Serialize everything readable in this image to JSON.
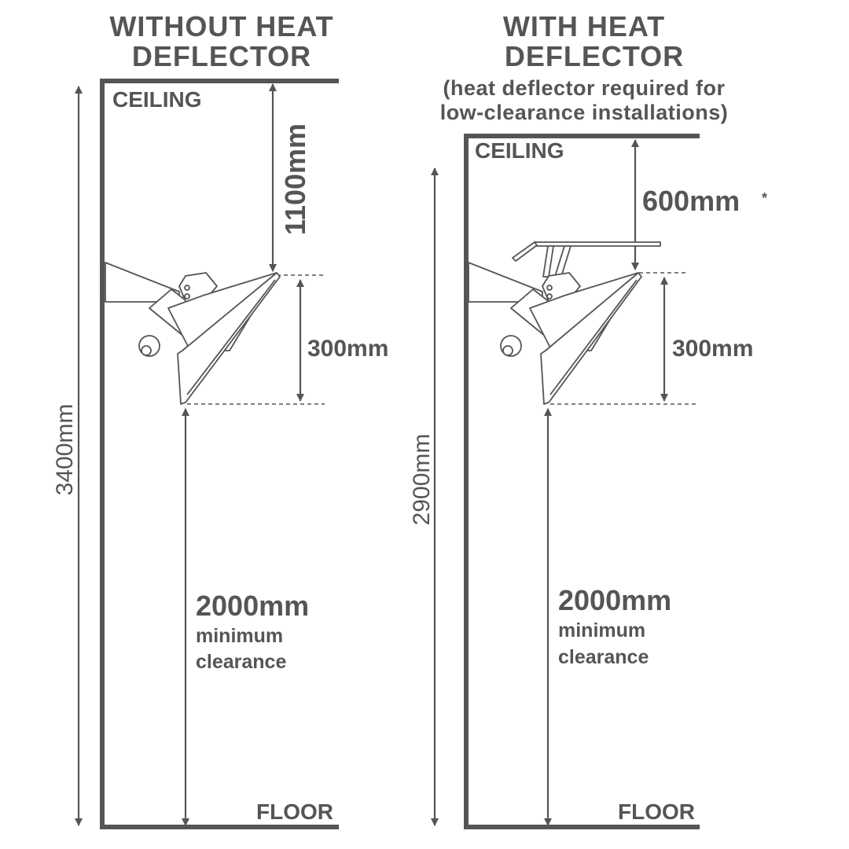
{
  "left": {
    "title_line1": "WITHOUT HEAT",
    "title_line2": "DEFLECTOR",
    "ceiling": "CEILING",
    "floor": "FLOOR",
    "dim_total": "3400mm",
    "dim_top": "1100mm",
    "dim_heater": "300mm",
    "dim_clearance": "2000mm",
    "clearance_line1": "minimum",
    "clearance_line2": "clearance"
  },
  "right": {
    "title_line1": "WITH HEAT",
    "title_line2": "DEFLECTOR",
    "note_line1": "(heat deflector required for",
    "note_line2": "low-clearance installations)",
    "ceiling": "CEILING",
    "floor": "FLOOR",
    "dim_total": "2900mm",
    "dim_top": "600mm",
    "dim_top_mark": "*",
    "dim_heater": "300mm",
    "dim_clearance": "2000mm",
    "clearance_line1": "minimum",
    "clearance_line2": "clearance"
  },
  "colors": {
    "ink": "#555555",
    "background": "#ffffff"
  }
}
